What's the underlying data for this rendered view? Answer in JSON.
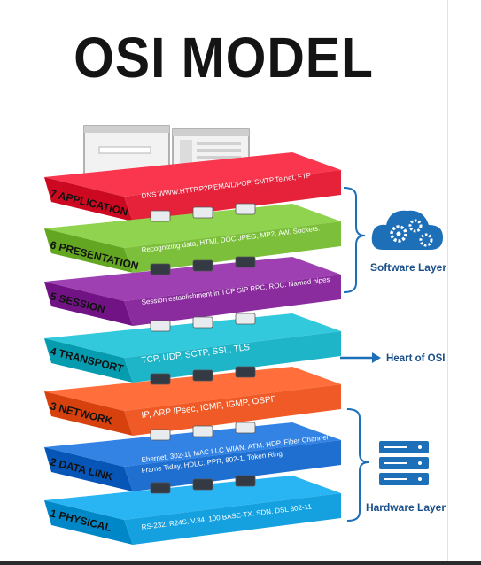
{
  "title": "OSI MODEL",
  "layers": [
    {
      "number": "7",
      "name": "APPLICATION",
      "protocols": [
        "DNS WWW.HTTP.P2P.EMAIL/POP. SMTP.Telnet, FTP"
      ],
      "color": "#e5223a"
    },
    {
      "number": "6",
      "name": "PRESENTATION",
      "protocols": [
        "Recognizing data, HTMl, DOC JPEG, MP2, AW. Sockets."
      ],
      "color": "#7cbf3a"
    },
    {
      "number": "5",
      "name": "SESSION",
      "protocols": [
        "Session establishment in TCP SIP RPC. ROC. Named pipes"
      ],
      "color": "#8a2c9e"
    },
    {
      "number": "4",
      "name": "TRANSPORT",
      "protocols": [
        "TCP, UDP, SCTP, SSL, TLS"
      ],
      "color": "#1fb5c9"
    },
    {
      "number": "3",
      "name": "NETWORK",
      "protocols": [
        "IP, ARP IPsec, ICMP, IGMP, OSPF"
      ],
      "color": "#ef5a27"
    },
    {
      "number": "2",
      "name": "DATA LINK",
      "protocols": [
        "Ehernet, 302-1l, MAC LLC WIAN. ATM. HDP. Fiber Channel",
        "Frame Tiday, HDLC. PPR, 802-1, Token Ring"
      ],
      "color": "#1f6fd1"
    },
    {
      "number": "1",
      "name": "PHYSICAL",
      "protocols": [
        "RS-232. R24S. V.34, 100 BASE-TX. SDN. DSL 802-11"
      ],
      "color": "#15a0e0"
    }
  ],
  "groups": {
    "software": "Software Layer",
    "heart": "Heart of OSI",
    "hardware": "Hardware Layer"
  },
  "colors": {
    "accent_blue": "#1d6fb8",
    "label_blue": "#1a4f8a"
  },
  "icons": {
    "software": "gears-cloud-icon",
    "heart": "arrow-right-icon",
    "hardware": "server-stack-icon"
  }
}
